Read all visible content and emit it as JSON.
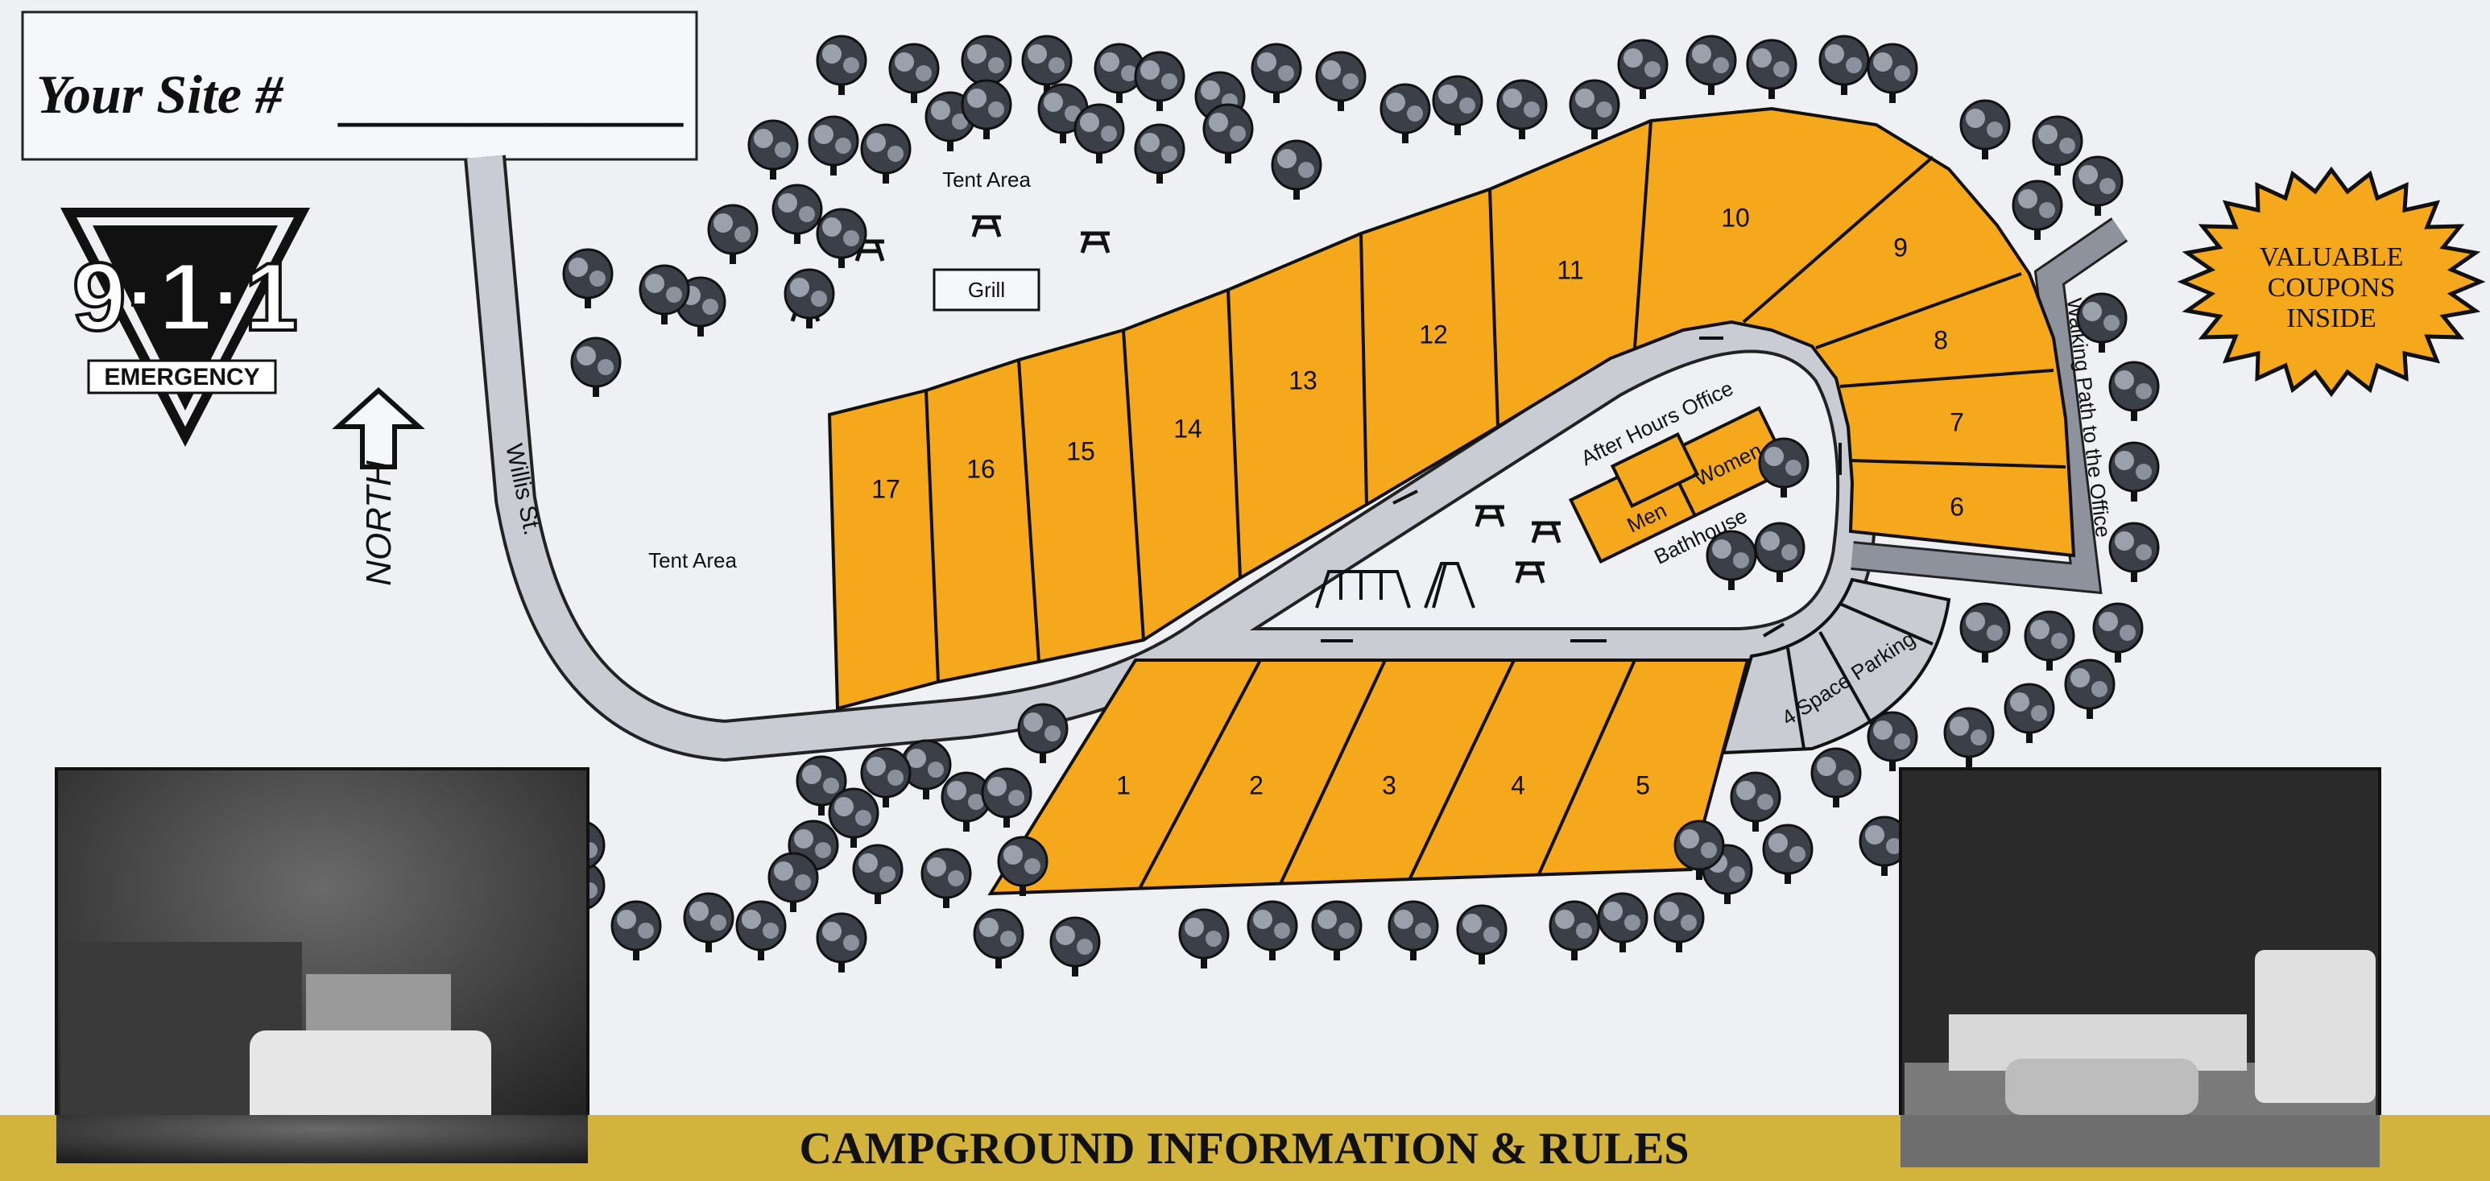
{
  "site_box": {
    "label": "Your Site #",
    "blank": "__________"
  },
  "emergency_logo": {
    "number": "9·1·1",
    "text": "EMERGENCY"
  },
  "compass": {
    "label": "NORTH",
    "icon": "up-arrow-icon"
  },
  "streets": {
    "willis": "Willis St.",
    "walking_path": "Walking Path to the Office"
  },
  "areas": {
    "tent_area_top": "Tent Area",
    "tent_area_left": "Tent Area",
    "grill": "Grill",
    "after_hours_office": "After Hours Office",
    "men": "Men",
    "women": "Women",
    "bathhouse": "Bathhouse",
    "parking": "4 Space Parking"
  },
  "sites": [
    "1",
    "2",
    "3",
    "4",
    "5",
    "6",
    "7",
    "8",
    "9",
    "10",
    "11",
    "12",
    "13",
    "14",
    "15",
    "16",
    "17"
  ],
  "coupons": {
    "line1": "VALUABLE",
    "line2": "COUPONS",
    "line3": "INSIDE"
  },
  "banner": {
    "title": "CAMPGROUND INFORMATION & RULES"
  },
  "colors": {
    "site": "#f5a81c",
    "road": "#c9ccd3",
    "walking_path": "#8d929c",
    "banner": "#d2b43c",
    "background": "#eef0f4"
  }
}
